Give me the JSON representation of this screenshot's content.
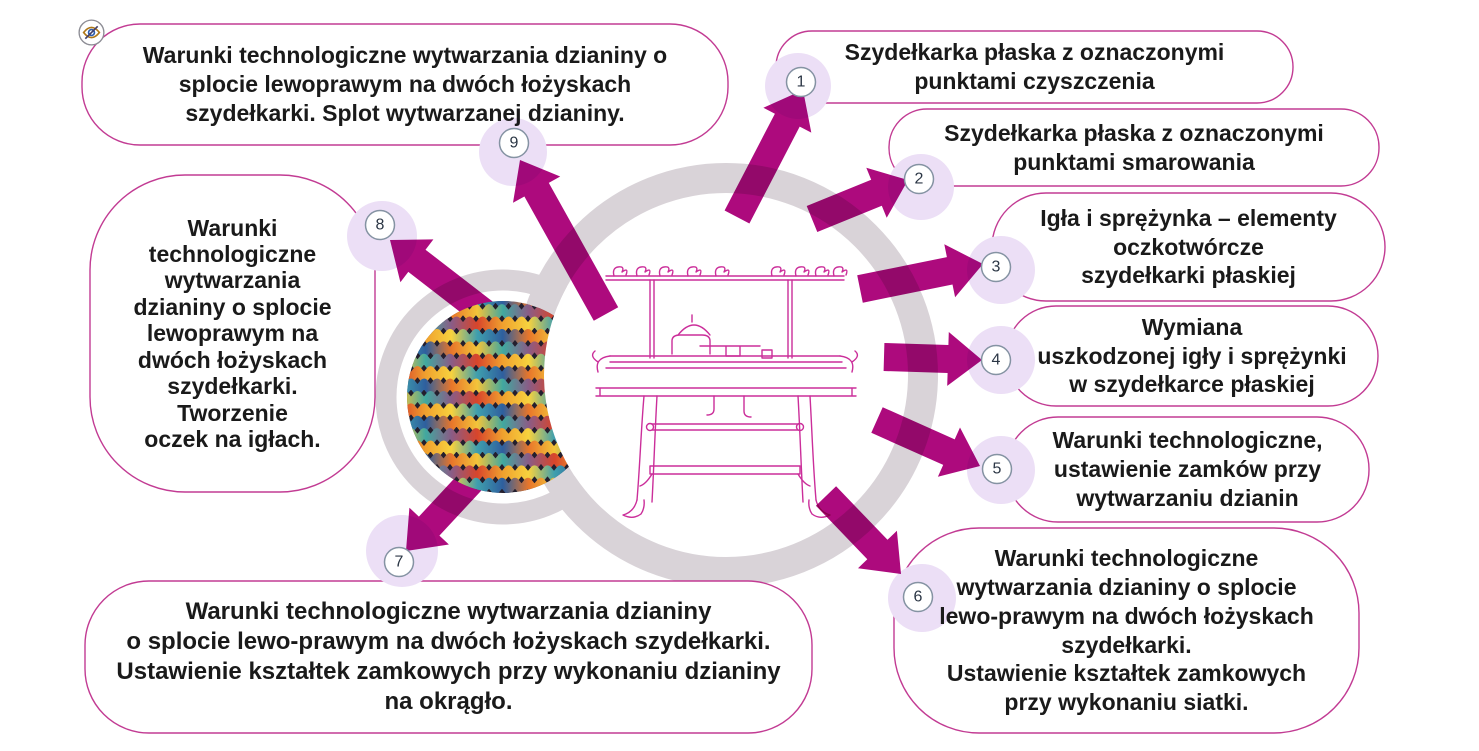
{
  "boxes": [
    {
      "number": "1",
      "text": "Szydełkarka płaska z oznaczonymi\npunktami czyszczenia"
    },
    {
      "number": "2",
      "text": "Szydełkarka płaska z oznaczonymi\npunktami smarowania"
    },
    {
      "number": "3",
      "text": "Igła i sprężynka – elementy\noczkotwórcze\nszydełkarki płaskiej"
    },
    {
      "number": "4",
      "text": "Wymiana\nuszkodzonej igły i sprężynki\nw szydełkarce płaskiej"
    },
    {
      "number": "5",
      "text": "Warunki technologiczne,\nustawienie zamków przy\nwytwarzaniu dzianin"
    },
    {
      "number": "6",
      "text": "Warunki technologiczne\nwytwarzania  dzianiny o splocie\nlewo-prawym na dwóch łożyskach\nszydełkarki.\nUstawienie kształtek zamkowych\nprzy wykonaniu siatki."
    },
    {
      "number": "7",
      "text": "Warunki technologiczne wytwarzania  dzianiny\no splocie lewo-prawym na dwóch łożyskach szydełkarki.\nUstawienie kształtek zamkowych przy wykonaniu dzianiny\nna okrągło."
    },
    {
      "number": "8",
      "text": "Warunki\ntechnologiczne\nwytwarzania\ndzianiny o splocie\nlewoprawym na\ndwóch łożyskach\nszydełkarki.\nTworzenie\noczek na igłach."
    },
    {
      "number": "9",
      "text": "Warunki technologiczne wytwarzania  dzianiny o\nsplocie lewoprawym na dwóch łożyskach\nszydełkarki. Splot wytwarzanej dzianiny."
    }
  ],
  "bubbles": [
    "1",
    "2",
    "3",
    "4",
    "5",
    "6",
    "7",
    "8",
    "9"
  ],
  "icons": {
    "corner": "eye-off-icon",
    "center": "flat-knitting-machine-illustration",
    "side": "knitted-fabric-photo"
  },
  "colors": {
    "arrow": "#ad0a7d",
    "ring": "#d9d3d8",
    "bubble": "#ecdff6",
    "box_border": "#c23b93",
    "machine": "#cb2e9a",
    "text": "#1a1a1a",
    "fabric_background": "#241f2e",
    "fabric_palette": [
      "#d8452b",
      "#f0a12e",
      "#f7d23e",
      "#3f9fae",
      "#2e5f9e",
      "#e8762a",
      "#f3c43a",
      "#41a8a0",
      "#8a5c86"
    ]
  }
}
